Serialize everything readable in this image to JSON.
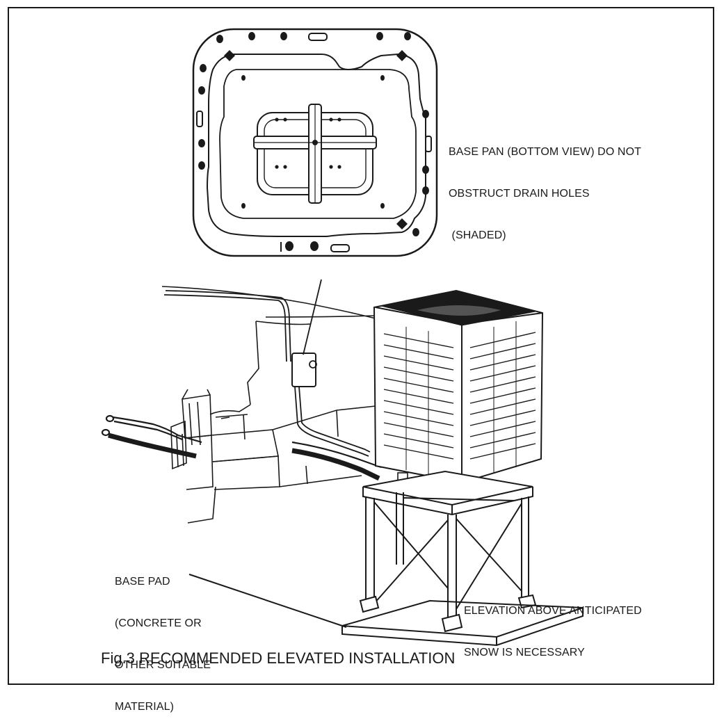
{
  "figure": {
    "caption": "Fig.3 RECOMMENDED ELEVATED INSTALLATION",
    "labels": {
      "base_pan": [
        "BASE PAN (BOTTOM VIEW) DO NOT",
        "OBSTRUCT DRAIN HOLES",
        " (SHADED)"
      ],
      "base_pad": [
        "BASE PAD",
        "(CONCRETE OR",
        "OTHER SUITABLE",
        "MATERIAL)"
      ],
      "elevation": [
        "ELEVATION ABOVE ANTICIPATED",
        "SNOW IS NECESSARY"
      ]
    },
    "colors": {
      "ink": "#1a1a1a",
      "paper": "#ffffff"
    }
  }
}
